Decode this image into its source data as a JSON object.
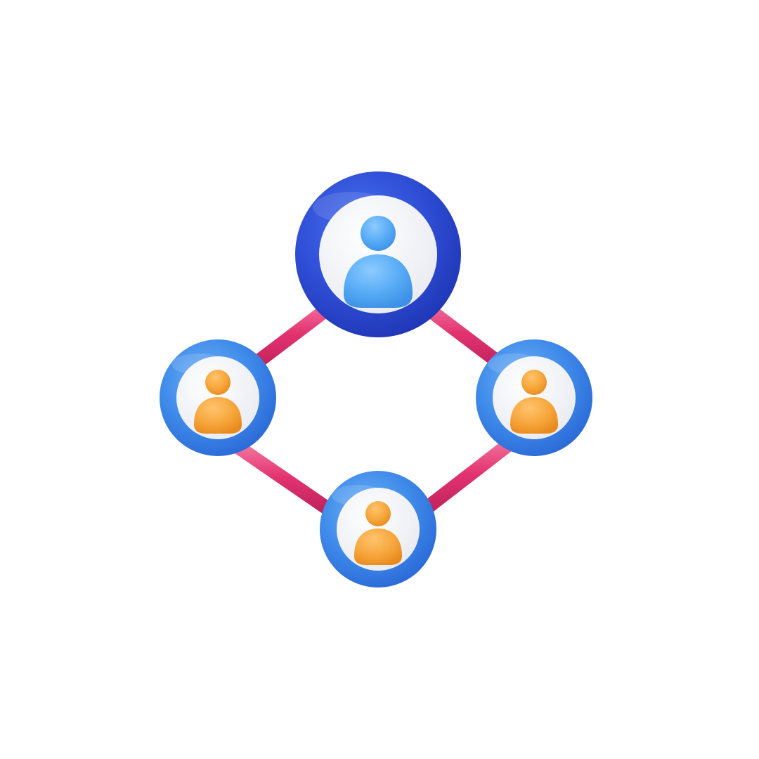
{
  "illustration": {
    "subject": "network-of-users-icon",
    "colors": {
      "background": "#ffffff",
      "connector": "#e2336f",
      "connector_highlight": "#f57aa3",
      "hub_ring": "#2f4fd6",
      "member_ring": "#3f8bea",
      "disc": "#f4f5f8",
      "hub_person": "#55aaf5",
      "member_person": "#f6a53a"
    },
    "nodes": [
      {
        "role": "hub",
        "icon": "user-icon"
      },
      {
        "role": "member",
        "icon": "user-icon"
      },
      {
        "role": "member",
        "icon": "user-icon"
      },
      {
        "role": "member",
        "icon": "user-icon"
      }
    ],
    "connections": [
      [
        "hub",
        "member-left"
      ],
      [
        "hub",
        "member-right"
      ],
      [
        "member-left",
        "member-bottom"
      ],
      [
        "member-right",
        "member-bottom"
      ]
    ]
  }
}
